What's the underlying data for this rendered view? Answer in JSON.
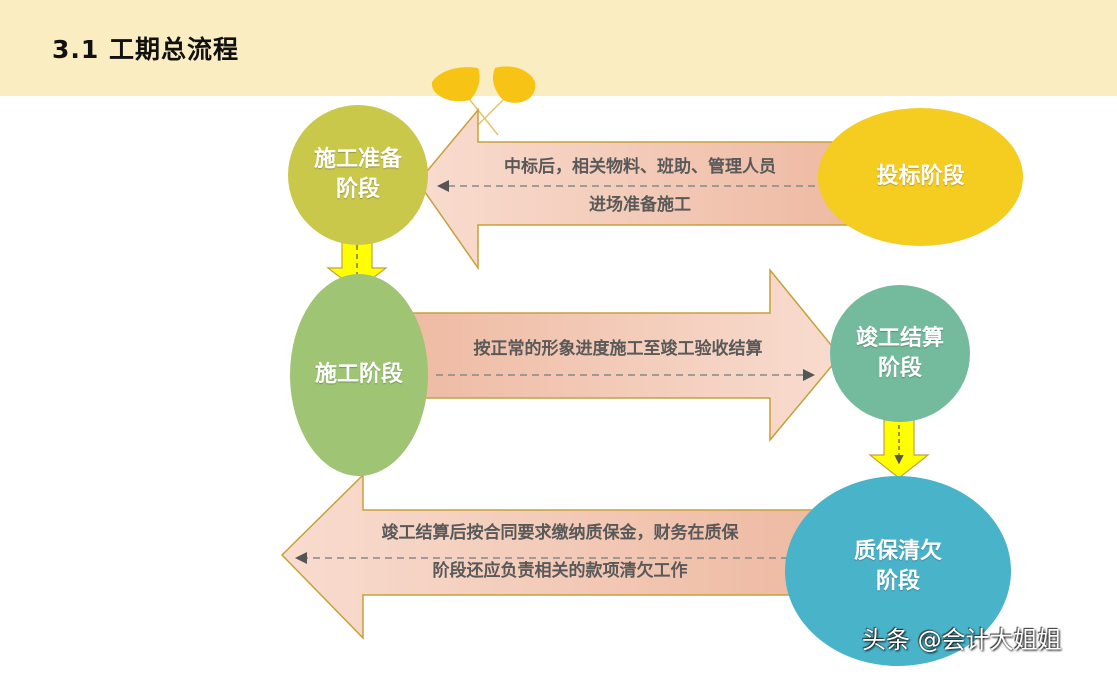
{
  "header": {
    "title": "3.1 工期总流程",
    "background": "#faedc1"
  },
  "nodes": {
    "bidding": {
      "label": "投标阶段",
      "color": "#f5cc20"
    },
    "preparation": {
      "label_line1": "施工准备",
      "label_line2": "阶段",
      "color": "#c9c84a"
    },
    "construction": {
      "label": "施工阶段",
      "color": "#9ec474"
    },
    "settlement": {
      "label_line1": "竣工结算",
      "label_line2": "阶段",
      "color": "#74bb9d"
    },
    "warranty": {
      "label_line1": "质保清欠",
      "label_line2": "阶段",
      "color": "#49b3ca"
    }
  },
  "arrows": {
    "top": {
      "direction": "left",
      "line1": "中标后，相关物料、班助、管理人员",
      "line2": "进场准备施工"
    },
    "middle": {
      "direction": "right",
      "line1": "按正常的形象进度施工至竣工验收结算"
    },
    "bottom": {
      "direction": "left",
      "line1": "竣工结算后按合同要求缴纳质保金，财务在质保",
      "line2": "阶段还应负责相关的款项清欠工作"
    }
  },
  "colors": {
    "arrow_fill_dark": "#eeb9a1",
    "arrow_fill_light": "#f8dccf",
    "arrow_border": "#c7a03a",
    "connector": "#ffff00",
    "text": "#595959"
  },
  "watermark": "头条 @会计大姐姐"
}
